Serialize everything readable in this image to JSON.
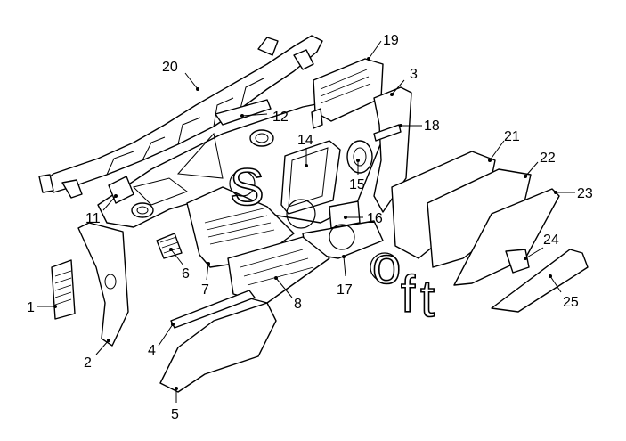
{
  "diagram": {
    "callouts": [
      "1",
      "2",
      "3",
      "4",
      "5",
      "6",
      "7",
      "8",
      "11",
      "12",
      "14",
      "15",
      "16",
      "17",
      "18",
      "19",
      "20",
      "21",
      "22",
      "23",
      "24",
      "25"
    ]
  },
  "watermark": {
    "glyphs": [
      "S",
      "o",
      "f",
      "t"
    ]
  }
}
